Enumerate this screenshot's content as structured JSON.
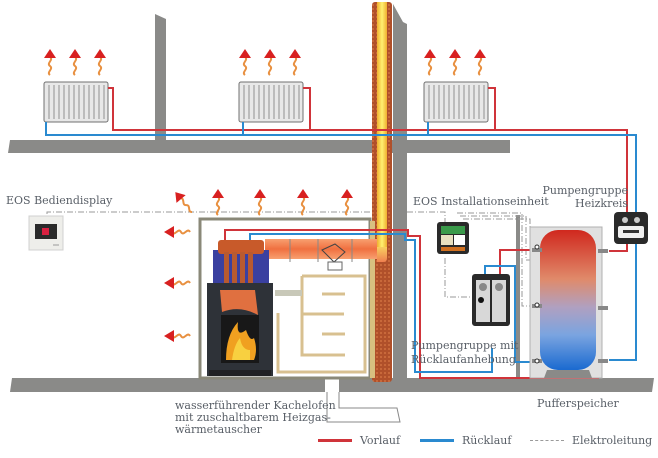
{
  "diagram": {
    "title_labels": {
      "display": "EOS Bediendisplay",
      "install_unit": "EOS Installationseinheit",
      "pump_heating": [
        "Pumpengruppe",
        "Heizkreis"
      ],
      "pump_return": [
        "Pumpengruppe mit",
        "Rücklaufanhebung"
      ],
      "stove": [
        "wasserführender Kachelofen",
        "mit zuschaltbarem Heizgas-",
        "wärmetauscher"
      ],
      "buffer": "Pufferspeicher"
    },
    "legend": [
      {
        "label": "Vorlauf",
        "color": "#d0343a",
        "style": "solid"
      },
      {
        "label": "Rücklauf",
        "color": "#2a8ad0",
        "style": "solid"
      },
      {
        "label": "Elektroleitung",
        "color": "#9a9a9a",
        "style": "dash-dot"
      }
    ],
    "colors": {
      "supply": "#d0343a",
      "return": "#2a8ad0",
      "wall": "#8a8a88",
      "flue": "#f0c040",
      "brick": "#b0502a",
      "heat_arrow": "#d82020",
      "heat_wave": "#e89040"
    },
    "radiators": [
      {
        "name": "radiator-1"
      },
      {
        "name": "radiator-2"
      },
      {
        "name": "radiator-3"
      }
    ]
  }
}
